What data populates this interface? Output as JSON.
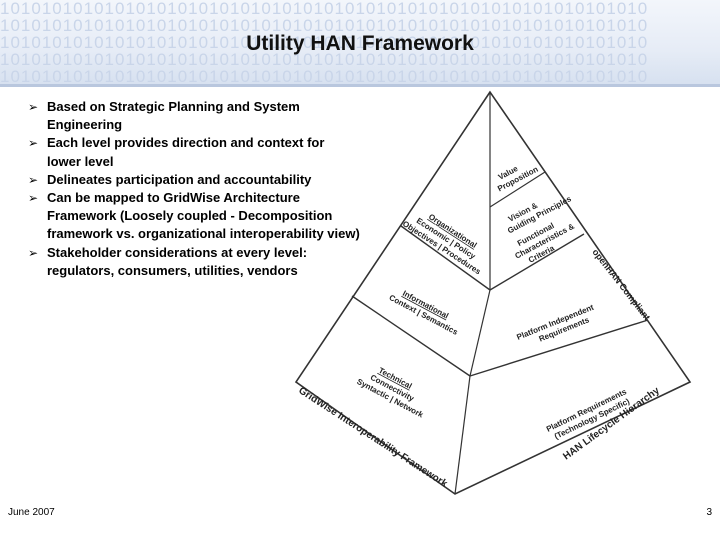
{
  "slide": {
    "header_pattern": "10101010101010101010101010101010101010101010101010101010101010",
    "title": "Utility HAN Framework",
    "bullets": [
      "Based on Strategic Planning and System Engineering",
      "Each level provides direction and context for lower level",
      "Delineates participation and  accountability",
      "Can be mapped to GridWise Architecture Framework (Loosely coupled - Decomposition framework vs. organizational interoperability view)",
      "Stakeholder considerations at every level: regulators, consumers, utilities, vendors"
    ],
    "bullet_icon": "arrow-bullet-icon",
    "footer_date": "June 2007",
    "page_number": "3"
  },
  "diagram": {
    "labels": {
      "value_1": "Value",
      "value_2": "Proposition",
      "vision_1": "Vision &",
      "vision_2": "Guiding Principles",
      "functional_1": "Functional",
      "functional_2": "Characteristics &",
      "functional_3": "Criteria",
      "org_1": "Organizational",
      "org_2": "Economic | Policy",
      "org_3": "Objectives | Procedures",
      "info_1": "Informational",
      "info_2": "Context | Semantics",
      "platform_indep_1": "Platform Independent",
      "platform_indep_2": "Requirements",
      "tech_1": "Technical",
      "tech_2": "Connectivity",
      "tech_3": "Syntactic | Network",
      "platform_req_1": "Platform Requirements",
      "platform_req_2": "(Technology Specific)",
      "openhan": "openHAN Compliant",
      "gridwise": "GridWise Interoperability Framework",
      "lifecycle": "HAN Lifecycle Hierarchy"
    }
  }
}
